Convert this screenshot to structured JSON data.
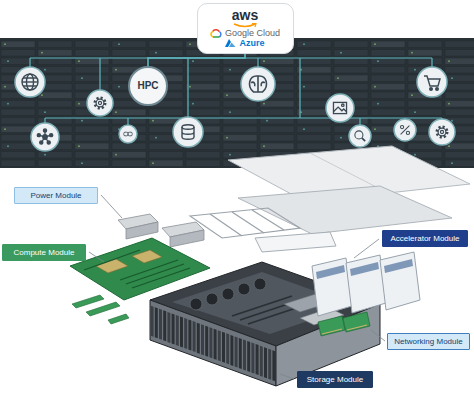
{
  "diagram": {
    "nodes": [
      {
        "text": [
          "aws",
          "Google Cloud",
          "Azure"
        ]
      },
      {
        "text": [
          "HPC"
        ]
      },
      {
        "text": [
          "Power Module"
        ]
      },
      {
        "text": [
          "Compute Module"
        ]
      },
      {
        "text": [
          "Accelerator Module"
        ]
      },
      {
        "text": [
          "Networking Module"
        ]
      },
      {
        "text": [
          "Storage Module"
        ]
      }
    ],
    "edges": [
      {
        "from": 0,
        "to": 1,
        "arrow": "none"
      }
    ]
  }
}
